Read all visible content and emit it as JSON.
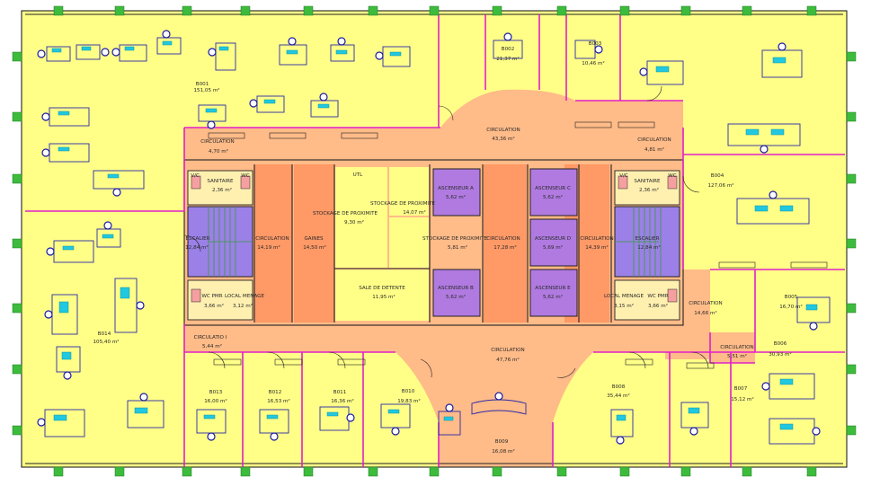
{
  "colors": {
    "office": "#ffff88",
    "circulation": "#ffbb88",
    "service": "#ff9966",
    "elevator": "#b07ae0",
    "stairs": "#9b80e8",
    "sanitary": "#fff0b0",
    "partition": "#e020c8",
    "column": "#3dbb3d",
    "furniture": "#2a2aa8",
    "equipment": "#20c8e0"
  },
  "rooms": {
    "b001": {
      "name": "B001",
      "area": "151,05 m²"
    },
    "b002": {
      "name": "B002",
      "area": "21,37 m²"
    },
    "b003": {
      "name": "B003",
      "area": "10,46 m²"
    },
    "b004": {
      "name": "B004",
      "area": "127,06 m²"
    },
    "b005": {
      "name": "B005",
      "area": "16,70 m²"
    },
    "b006": {
      "name": "B006",
      "area": "30,93 m²"
    },
    "b007": {
      "name": "B007",
      "area": "15,12 m²"
    },
    "b008": {
      "name": "B008",
      "area": "35,44 m²"
    },
    "b009": {
      "name": "B009",
      "area": "16,08 m²"
    },
    "b010": {
      "name": "B010",
      "area": "19,83 m²"
    },
    "b011": {
      "name": "B011",
      "area": "16,36 m²"
    },
    "b012": {
      "name": "B012",
      "area": "16,53 m²"
    },
    "b013": {
      "name": "B013",
      "area": "16,00 m²"
    },
    "b014": {
      "name": "B014",
      "area": "105,40 m²"
    },
    "circ_top": {
      "name": "CIRCULATION",
      "area": "43,36 m²"
    },
    "circ_bottom": {
      "name": "CIRCULATION",
      "area": "47,76 m²"
    },
    "circ_tl": {
      "name": "CIRCULATION",
      "area": "4,70 m²"
    },
    "circ_tr": {
      "name": "CIRCULATION",
      "area": "4,81 m²"
    },
    "circ_bl": {
      "name": "CIRCULATIO I",
      "area": "5,44 m²"
    },
    "circ_r1": {
      "name": "CIRCULATION",
      "area": "14,66 m²"
    },
    "circ_r2": {
      "name": "CIRCULATION",
      "area": "5,51 m²"
    },
    "circ_left": {
      "name": "CIRCULATION",
      "area": "14,19 m²"
    },
    "circ_mid": {
      "name": "CIRCULATION",
      "area": "17,28 m²"
    },
    "circ_right": {
      "name": "CIRCULATION",
      "area": "14,39 m²"
    },
    "sanit_l": {
      "name": "SANITAIRE",
      "area": "2,36 m²"
    },
    "sanit_r": {
      "name": "SANITAIRE",
      "area": "2,36 m²"
    },
    "esc_l": {
      "name": "ESCALIER",
      "area": "12,84 m²"
    },
    "esc_r": {
      "name": "ESCALIER",
      "area": "12,84 m²"
    },
    "wc_pmr_l": {
      "name": "WC PMR",
      "area": "3,66 m²"
    },
    "wc_pmr_r": {
      "name": "WC PMR",
      "area": "3,66 m²"
    },
    "local_l": {
      "name": "LOCAL MENAGE",
      "area": "3,12 m²"
    },
    "local_r": {
      "name": "LOCAL MENAGE",
      "area": "3,15 m²"
    },
    "gaines": {
      "name": "GAINES",
      "area": "14,50 m²"
    },
    "stock1": {
      "name": "STOCKAGE DE PROXIMITE",
      "area": "9,30 m²"
    },
    "stock2": {
      "name": "STOCKAGE DE PROXIMITE",
      "area": "14,07 m²"
    },
    "stock3": {
      "name": "STOCKAGE DE PROXIMITE",
      "area": "5,81 m²"
    },
    "detente": {
      "name": "SALE DE DETENTE",
      "area": "11,95 m²"
    },
    "asc_a": {
      "name": "ASCENSEUR A",
      "area": "5,62 m²"
    },
    "asc_b": {
      "name": "ASCENSEUR B",
      "area": "5,62 m²"
    },
    "asc_c": {
      "name": "ASCENSEUR C",
      "area": "5,62 m²"
    },
    "asc_d": {
      "name": "ASCENSEUR D",
      "area": "5,69 m²"
    },
    "asc_e": {
      "name": "ASCENSEUR E",
      "area": "5,62 m²"
    }
  },
  "small_labels": {
    "wc_l": "WC",
    "vc_l": "V/C",
    "wc_r": "WC",
    "vc_r": "V/C",
    "utl": "UTL"
  }
}
